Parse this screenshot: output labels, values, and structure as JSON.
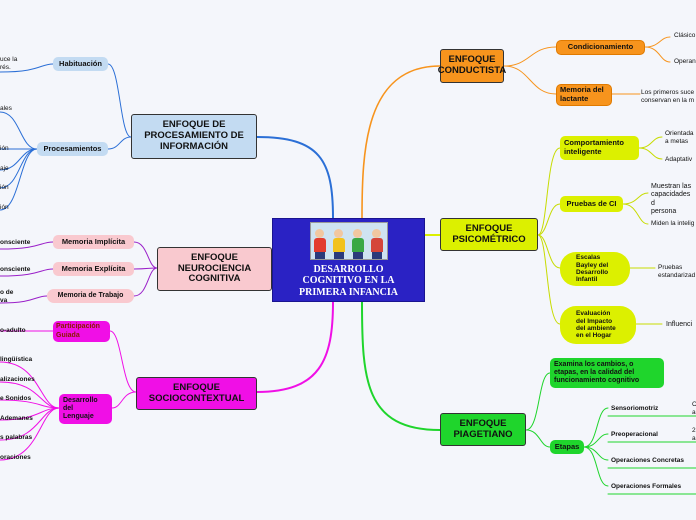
{
  "center": {
    "title": "DESARROLLO\nCOGNITIVO EN LA\nPRIMERA INFANCIA",
    "image": "children-playing-illustration"
  },
  "colors": {
    "center": "#2a22c4",
    "conductista": "#f7941d",
    "psicometrico": "#dcf000",
    "piagetiano": "#1fd52c",
    "procesamiento": "#c3dbf2",
    "neurociencia": "#f9c9cf",
    "sociocontextual": "#f00fe6"
  },
  "conductista": {
    "title": "ENFOQUE\nCONDUCTISTA",
    "condicionamiento": {
      "label": "Condicionamiento",
      "items": [
        "Clásico",
        "Operan"
      ]
    },
    "memoria": {
      "label": "Memoria del\nlactante",
      "detail": "Los primeros suce\nconservan en la m"
    }
  },
  "psicometrico": {
    "title": "ENFOQUE\nPSICOMÉTRICO",
    "comportamiento": {
      "label": "Comportamiento\ninteligente",
      "items": [
        "Orientada\na metas",
        "Adaptativ"
      ]
    },
    "pruebas": {
      "label": "Pruebas de CI",
      "items": [
        "Muestran las\ncapacidades d\npersona",
        "Miden la intelig"
      ]
    },
    "escalas": {
      "label": "Escalas\nBayley del\nDesarrollo\nInfantil",
      "detail": "Pruebas\nestandarizad"
    },
    "evaluacion": {
      "label": "Evaluación\ndel Impacto\ndel ambiente\nen el Hogar",
      "detail": "Influenci"
    }
  },
  "piagetiano": {
    "title": "ENFOQUE\nPIAGETIANO",
    "examina": "Examina los cambios, o\netapas, en la calidad del\nfuncionamiento cognitivo",
    "etapas": {
      "label": "Etapas",
      "items": [
        "Sensoriomotriz",
        "Preoperacional",
        "Operaciones Concretas",
        "Operaciones Formales"
      ],
      "fragments": [
        "C\na",
        "2\na"
      ]
    }
  },
  "procesamiento": {
    "title": "ENFOQUE DE\nPROCESAMIENTO DE\nINFORMACIÓN",
    "habituacion": {
      "label": "Habituación",
      "detail": "uce la\nrés."
    },
    "procesamientos": {
      "label": "Procesamientos",
      "items": [
        "ales",
        "ión",
        "aje",
        "ión",
        "ión"
      ]
    }
  },
  "neurociencia": {
    "title": "ENFOQUE\nNEUROCIENCIA\nCOGNITIVA",
    "items": [
      {
        "label": "Memoria Implícita",
        "detail": "onsciente"
      },
      {
        "label": "Memoria Explícita",
        "detail": "onsciente"
      },
      {
        "label": "Memoria de Trabajo",
        "detail": "o de\nva"
      }
    ]
  },
  "sociocontextual": {
    "title": "ENFOQUE\nSOCIOCONTEXTUAL",
    "participacion": {
      "label": "Participación\nGuiada",
      "detail": "o-adulto"
    },
    "lenguaje": {
      "label": "Desarrollo\ndel\nLenguaje",
      "items": [
        "lingüística",
        "alizaciones",
        "e Sonidos",
        "Ademanes",
        "s palabras",
        "oraciones"
      ]
    }
  }
}
